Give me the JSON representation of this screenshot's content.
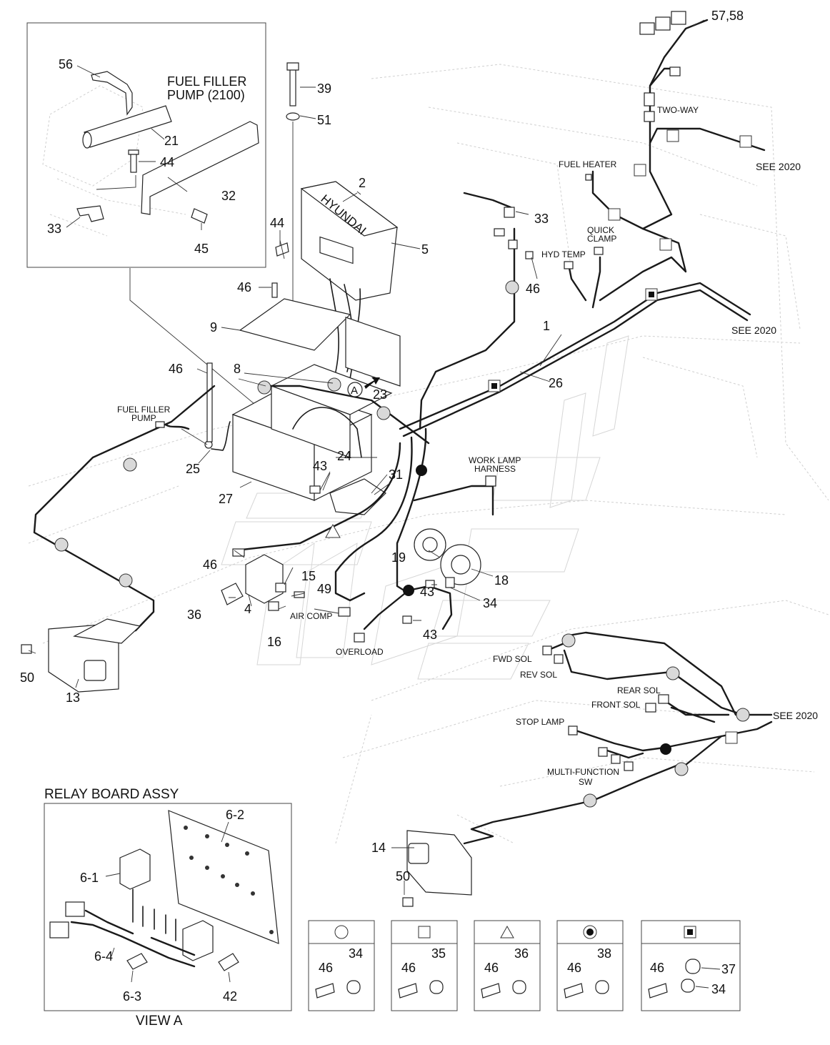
{
  "inset_fuel": {
    "title_line1": "FUEL FILLER",
    "title_line2": "PUMP (2100)",
    "callouts": [
      "56",
      "21",
      "44",
      "32",
      "33",
      "45"
    ]
  },
  "main_callouts": {
    "c39": "39",
    "c51": "51",
    "c2": "2",
    "c5": "5",
    "c44": "44",
    "c46a": "46",
    "c9": "9",
    "c46b": "46",
    "c8": "8",
    "c23": "23",
    "c25": "25",
    "c27": "27",
    "c24": "24",
    "c43a": "43",
    "c31": "31",
    "c46c": "46",
    "c15": "15",
    "c36": "36",
    "c4": "4",
    "c49": "49",
    "c16": "16",
    "c50a": "50",
    "c13": "13",
    "c19": "19",
    "c18": "18",
    "c43b": "43",
    "c34": "34",
    "c43c": "43",
    "c33": "33",
    "c46d": "46",
    "c1": "1",
    "c26": "26",
    "c5758": "57,58",
    "c14": "14",
    "c50b": "50",
    "circleA": "A"
  },
  "connector_labels": {
    "two_way": "TWO-WAY",
    "fuel_heater": "FUEL HEATER",
    "see2020_a": "SEE 2020",
    "see2020_b": "SEE 2020",
    "see2020_c": "SEE 2020",
    "quick_clamp_1": "QUICK",
    "quick_clamp_2": "CLAMP",
    "hyd_temp": "HYD TEMP",
    "fuel_filler_pump_1": "FUEL FILLER",
    "fuel_filler_pump_2": "PUMP",
    "work_lamp_1": "WORK LAMP",
    "work_lamp_2": "HARNESS",
    "air_comp": "AIR COMP",
    "overload": "OVERLOAD",
    "fwd_sol": "FWD SOL",
    "rev_sol": "REV SOL",
    "rear_sol": "REAR SOL",
    "front_sol": "FRONT SOL",
    "stop_lamp": "STOP LAMP",
    "multi_1": "MULTI-FUNCTION",
    "multi_2": "SW"
  },
  "relay_board": {
    "title": "RELAY BOARD ASSY",
    "footer": "VIEW A",
    "callouts": [
      "6-2",
      "6-1",
      "6-4",
      "6-3",
      "42"
    ]
  },
  "legend": [
    {
      "symbol": "circle",
      "bolt": "46",
      "clamp": "34"
    },
    {
      "symbol": "square",
      "bolt": "46",
      "clamp": "35"
    },
    {
      "symbol": "triangle",
      "bolt": "46",
      "clamp": "36"
    },
    {
      "symbol": "filled-circle",
      "bolt": "46",
      "clamp": "38"
    },
    {
      "symbol": "filled-square",
      "bolt": "46",
      "clamp": "37",
      "clamp2": "34"
    }
  ],
  "brand": "HYUNDAI"
}
